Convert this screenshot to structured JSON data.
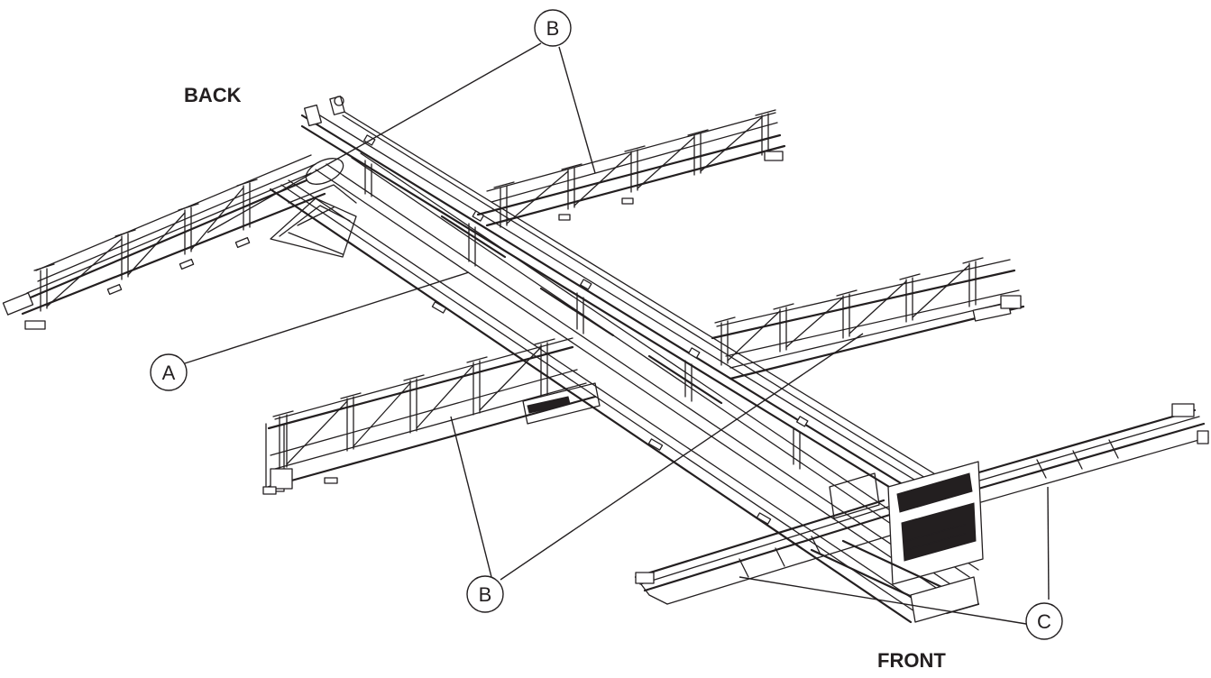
{
  "labels": {
    "back": "BACK",
    "front": "FRONT"
  },
  "callouts": {
    "a": "A",
    "b": "B",
    "c": "C"
  },
  "colors": {
    "line": "#231f20",
    "background": "#ffffff"
  }
}
